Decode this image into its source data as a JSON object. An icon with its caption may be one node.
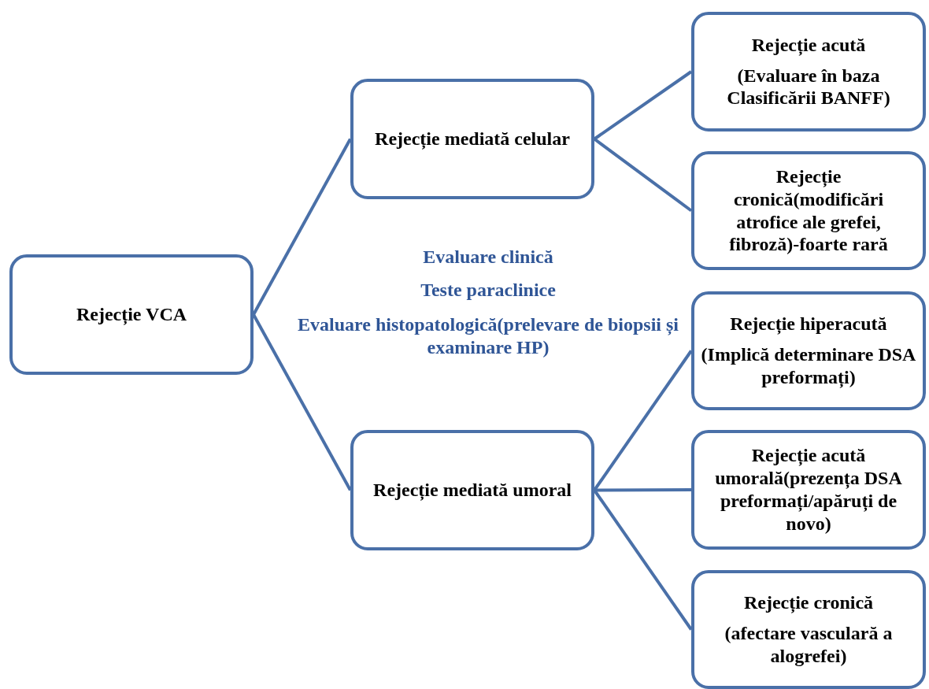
{
  "diagram": {
    "nodes": [
      {
        "text": [
          "Rejecție VCA"
        ]
      },
      {
        "text": [
          "Rejecție mediată celular"
        ]
      },
      {
        "text": [
          "Rejecție mediată umoral"
        ]
      },
      {
        "text": [
          "Rejecție acută",
          "(Evaluare în baza Clasificării BANFF)"
        ]
      },
      {
        "text": [
          "Rejecție cronică(modificări atrofice ale grefei, fibroză)-foarte rară"
        ]
      },
      {
        "text": [
          "Rejecție hiperacută",
          "(Implică determinare DSA preformați)"
        ]
      },
      {
        "text": [
          "Rejecție acută umorală(prezența DSA preformați/apăruți de novo)"
        ]
      },
      {
        "text": [
          "Rejecție cronică",
          "(afectare vasculară a alogrefei)"
        ]
      }
    ],
    "edges": [
      {
        "from": 0,
        "to": 1,
        "arrow": "none"
      },
      {
        "from": 0,
        "to": 2,
        "arrow": "none"
      },
      {
        "from": 1,
        "to": 3,
        "arrow": "none"
      },
      {
        "from": 1,
        "to": 4,
        "arrow": "none"
      },
      {
        "from": 2,
        "to": 5,
        "arrow": "none"
      },
      {
        "from": 2,
        "to": 6,
        "arrow": "none"
      },
      {
        "from": 2,
        "to": 7,
        "arrow": "none"
      }
    ],
    "labels": [
      "Evaluare clinică",
      "Teste paraclinice",
      "Evaluare histopatologică(prelevare de biopsii și examinare HP)"
    ]
  }
}
